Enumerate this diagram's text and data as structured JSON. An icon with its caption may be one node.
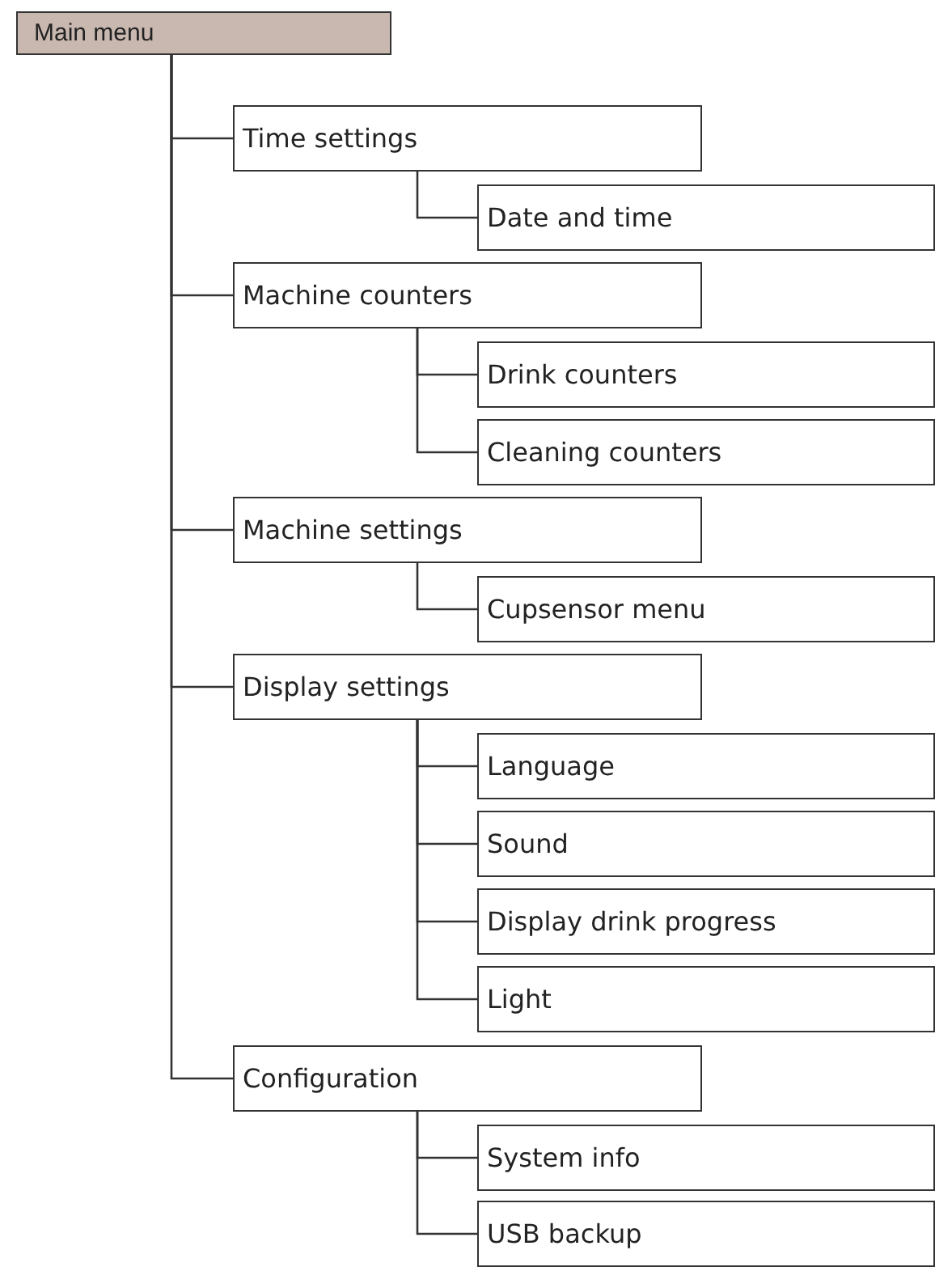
{
  "diagram": {
    "nodes": [
      {
        "text": [
          "Main menu"
        ]
      },
      {
        "text": [
          "Time settings"
        ]
      },
      {
        "text": [
          "Date and time"
        ]
      },
      {
        "text": [
          "Machine counters"
        ]
      },
      {
        "text": [
          "Drink counters"
        ]
      },
      {
        "text": [
          "Cleaning counters"
        ]
      },
      {
        "text": [
          "Machine settings"
        ]
      },
      {
        "text": [
          "Cupsensor menu"
        ]
      },
      {
        "text": [
          "Display settings"
        ]
      },
      {
        "text": [
          "Language"
        ]
      },
      {
        "text": [
          "Sound"
        ]
      },
      {
        "text": [
          "Display drink progress"
        ]
      },
      {
        "text": [
          "Light"
        ]
      },
      {
        "text": [
          "Configuration"
        ]
      },
      {
        "text": [
          "System info"
        ]
      },
      {
        "text": [
          "USB backup"
        ]
      }
    ],
    "edges": [
      {
        "from": 0,
        "to": 1,
        "arrow": "none"
      },
      {
        "from": 1,
        "to": 2,
        "arrow": "none"
      },
      {
        "from": 0,
        "to": 3,
        "arrow": "none"
      },
      {
        "from": 3,
        "to": 4,
        "arrow": "none"
      },
      {
        "from": 3,
        "to": 5,
        "arrow": "none"
      },
      {
        "from": 0,
        "to": 6,
        "arrow": "none"
      },
      {
        "from": 6,
        "to": 7,
        "arrow": "none"
      },
      {
        "from": 0,
        "to": 8,
        "arrow": "none"
      },
      {
        "from": 8,
        "to": 9,
        "arrow": "none"
      },
      {
        "from": 8,
        "to": 10,
        "arrow": "none"
      },
      {
        "from": 8,
        "to": 11,
        "arrow": "none"
      },
      {
        "from": 8,
        "to": 12,
        "arrow": "none"
      },
      {
        "from": 0,
        "to": 13,
        "arrow": "none"
      },
      {
        "from": 13,
        "to": 14,
        "arrow": "none"
      },
      {
        "from": 13,
        "to": 15,
        "arrow": "none"
      }
    ]
  }
}
